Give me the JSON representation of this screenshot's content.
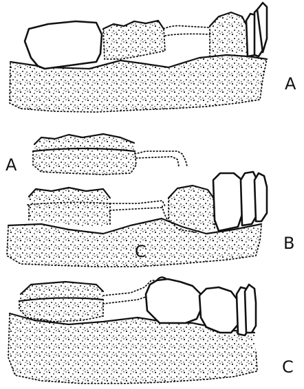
{
  "labels": {
    "panel_a": "A",
    "bridge_a": "A",
    "panel_b": "B",
    "letter_c_on_gum": "C",
    "panel_c": "C"
  },
  "colors": {
    "ink": "#111111",
    "paper": "#ffffff"
  }
}
